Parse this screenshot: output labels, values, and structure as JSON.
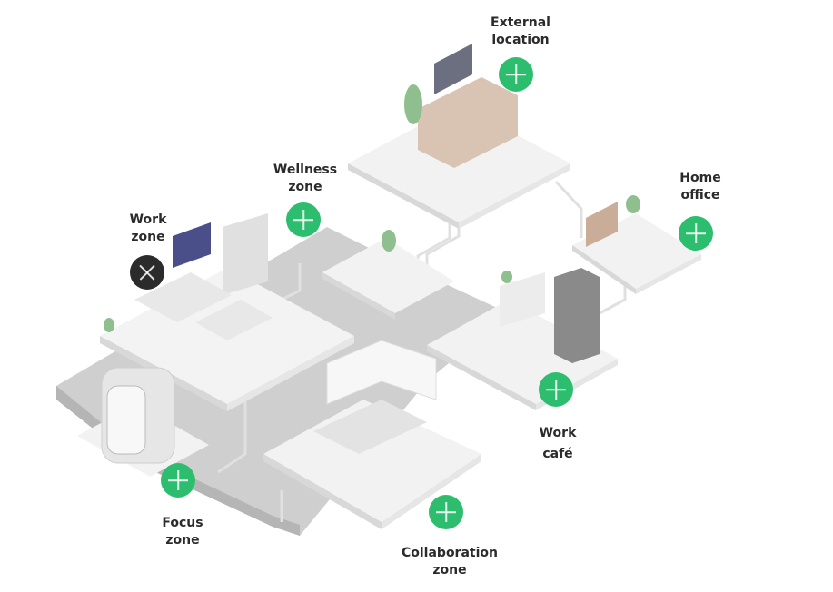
{
  "zones": [
    {
      "id": "external-location",
      "line1": "External",
      "line2": "location",
      "state": "plus"
    },
    {
      "id": "wellness-zone",
      "line1": "Wellness",
      "line2": "zone",
      "state": "plus"
    },
    {
      "id": "work-zone",
      "line1": "Work",
      "line2": "zone",
      "state": "close"
    },
    {
      "id": "home-office",
      "line1": "Home",
      "line2": "office",
      "state": "plus"
    },
    {
      "id": "work-cafe",
      "line1": "Work",
      "line2": "café",
      "state": "plus"
    },
    {
      "id": "focus-zone",
      "line1": "Focus",
      "line2": "zone",
      "state": "plus"
    },
    {
      "id": "collaboration-zone",
      "line1": "Collaboration",
      "line2": "zone",
      "state": "plus"
    }
  ],
  "colors": {
    "accent": "#2dbd6e",
    "active": "#2b2b2b",
    "floor": "#c9c9c9",
    "platform": "#f2f2f2"
  }
}
